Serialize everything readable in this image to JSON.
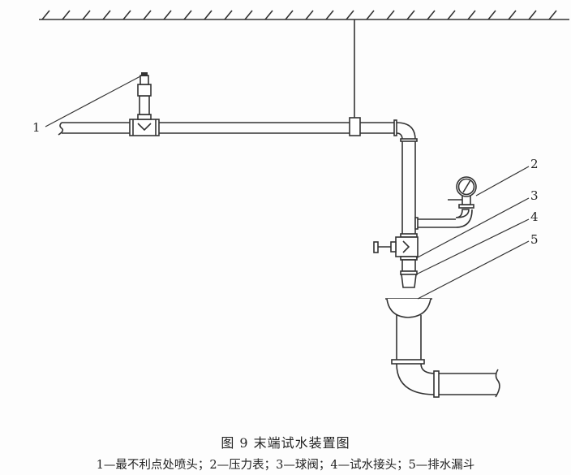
{
  "figure": {
    "title": "图 9   末端试水装置图",
    "legend": "1—最不利点处喷头；2—压力表；3—球阀；4—试水接头；5—排水漏斗"
  },
  "callouts": [
    "1",
    "2",
    "3",
    "4",
    "5"
  ]
}
